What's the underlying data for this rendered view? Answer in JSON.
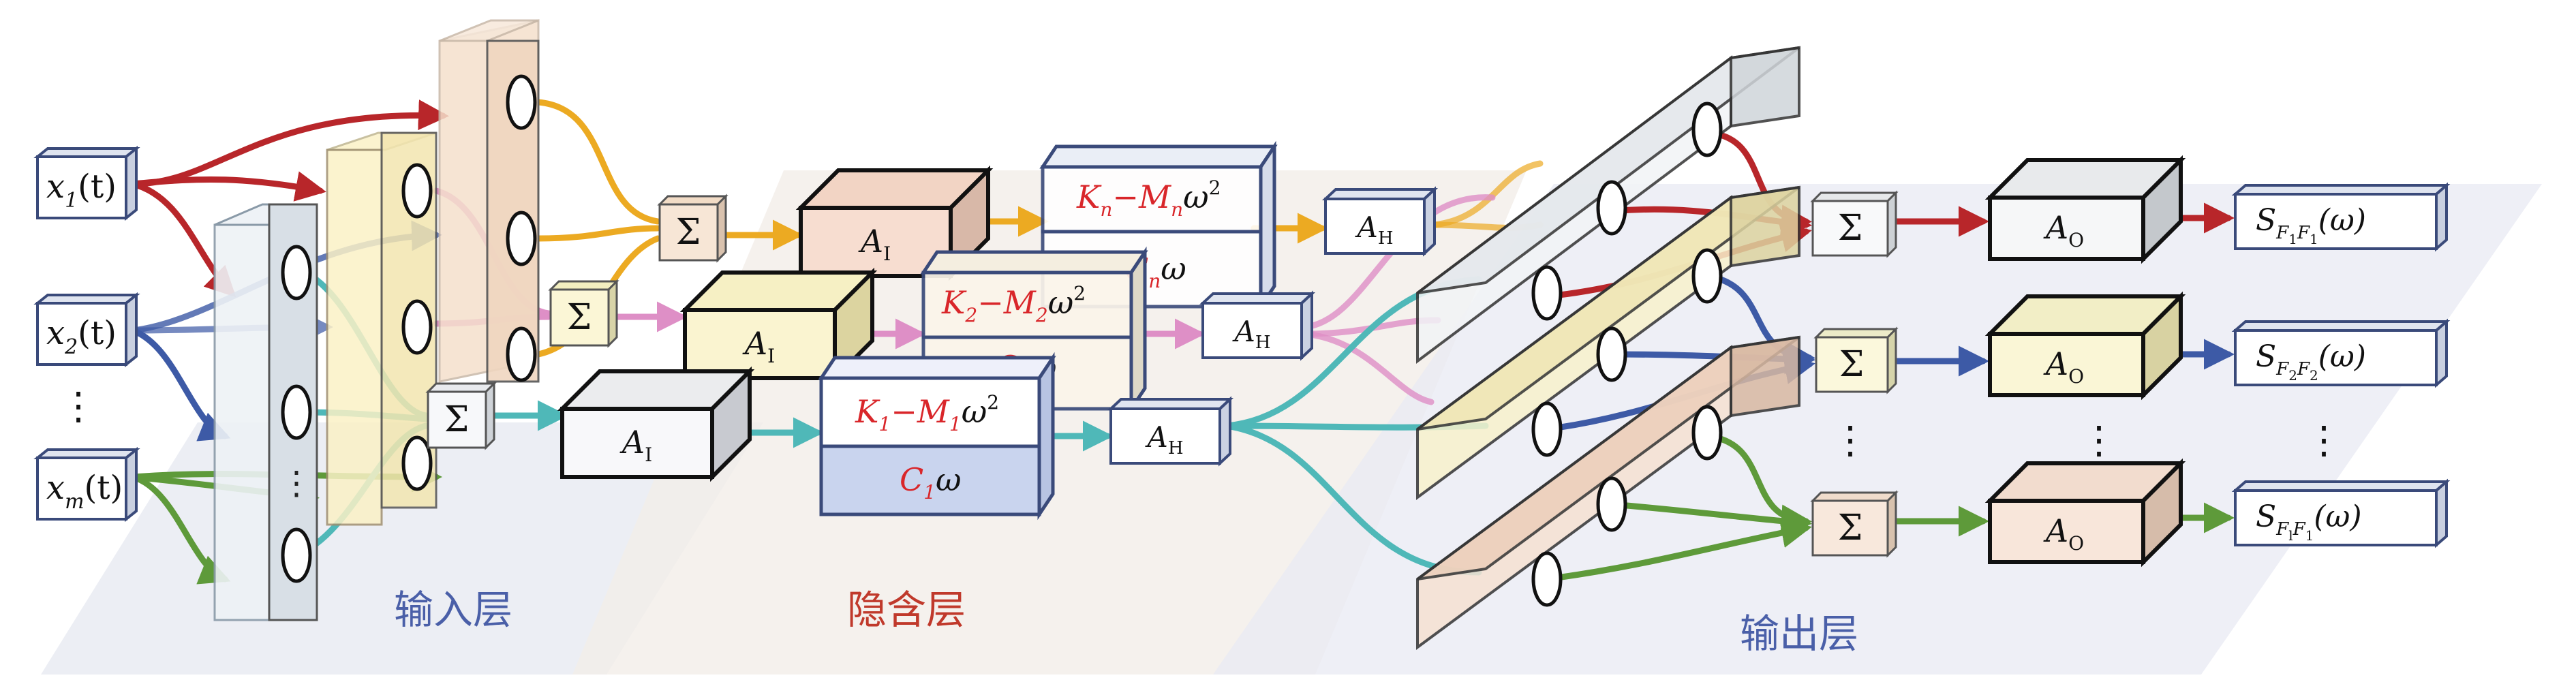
{
  "layers": {
    "input": "输入层",
    "hidden": "隐含层",
    "output": "输出层"
  },
  "inputs": {
    "x1": {
      "sym": "x",
      "sub": "1",
      "arg": "(t)"
    },
    "x2": {
      "sym": "x",
      "sub": "2",
      "arg": "(t)"
    },
    "xm": {
      "sym": "x",
      "sub": "m",
      "arg": "(t)"
    },
    "dots": "⋮"
  },
  "sum_symbol": "Σ",
  "hidden_nodes": {
    "AI": {
      "sym": "A",
      "sub": "I"
    },
    "AH": {
      "sym": "A",
      "sub": "H"
    }
  },
  "matrices": {
    "Kn": {
      "k": "K",
      "k_sub": "n",
      "minus": "−",
      "m": "M",
      "m_sub": "n",
      "omega": "ω",
      "pow": "2"
    },
    "Cn": {
      "c": "C",
      "c_sub": "n",
      "omega": "ω"
    },
    "K2": {
      "k": "K",
      "k_sub": "2",
      "minus": "−",
      "m": "M",
      "m_sub": "2",
      "omega": "ω",
      "pow": "2"
    },
    "C2": {
      "c": "C",
      "c_sub": "2",
      "omega": "ω"
    },
    "K1": {
      "k": "K",
      "k_sub": "1",
      "minus": "−",
      "m": "M",
      "m_sub": "1",
      "omega": "ω",
      "pow": "2"
    },
    "C1": {
      "c": "C",
      "c_sub": "1",
      "omega": "ω"
    }
  },
  "output_nodes": {
    "AO": {
      "sym": "A",
      "sub": "O"
    }
  },
  "outputs": {
    "s1": {
      "sym": "S",
      "sub_a": "F",
      "sub_a_sub": "1",
      "sub_b": "F",
      "sub_b_sub": "1",
      "arg": "(ω)"
    },
    "s2": {
      "sym": "S",
      "sub_a": "F",
      "sub_a_sub": "2",
      "sub_b": "F",
      "sub_b_sub": "2",
      "arg": "(ω)"
    },
    "s3": {
      "sym": "S",
      "sub_a": "F",
      "sub_a_sub": "l",
      "sub_b": "F",
      "sub_b_sub": "1",
      "arg": "(ω)"
    }
  },
  "colors": {
    "red": "#b8262a",
    "blue": "#3d5aa6",
    "green": "#5e9a3a",
    "cyan": "#4fb8b8",
    "orange": "#ecaa22",
    "pink": "#de8fc6",
    "box_border": "#3a4a7a",
    "label_blue": "#4a5fa8",
    "label_red": "#c0392b"
  }
}
